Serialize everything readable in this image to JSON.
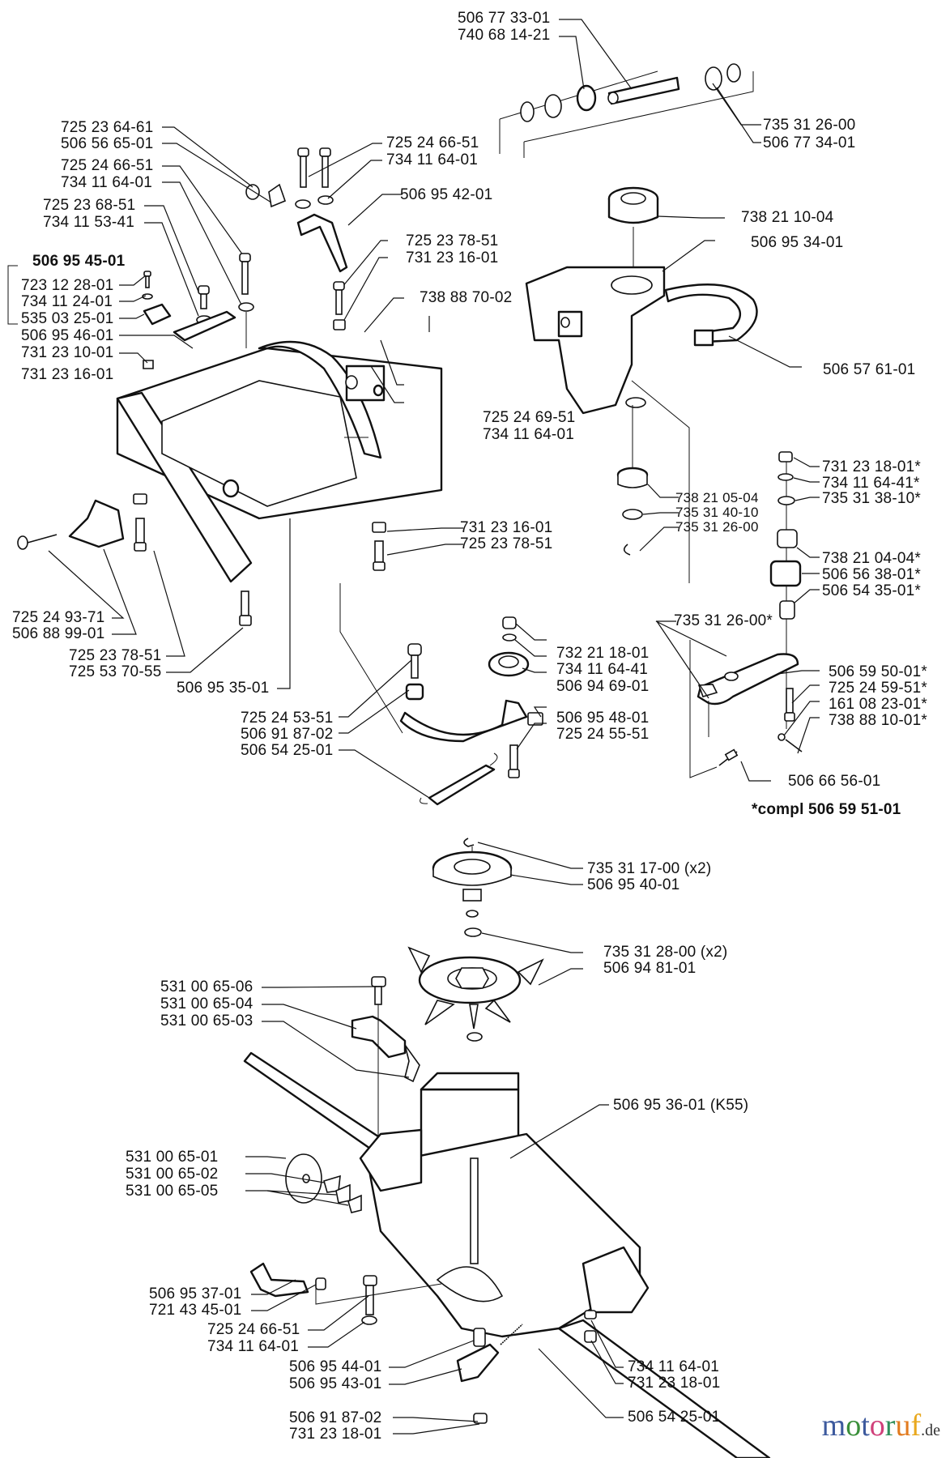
{
  "title": "Exploded parts diagram — frame, steering pivot, idler arm and transaxle",
  "logo": {
    "letters": [
      {
        "ch": "m",
        "color": "#3d5a9e"
      },
      {
        "ch": "o",
        "color": "#3a8f3a"
      },
      {
        "ch": "t",
        "color": "#3d5a9e"
      },
      {
        "ch": "o",
        "color": "#d0407a"
      },
      {
        "ch": "r",
        "color": "#2f8f5a"
      },
      {
        "ch": "u",
        "color": "#e27b1f"
      },
      {
        "ch": "f",
        "color": "#e9a81d"
      }
    ],
    "tld": ".de"
  },
  "group_header": "506 95 45-01",
  "kit_note": "*compl 506 59 51-01",
  "labels": {
    "top_shaft": [
      "506 77 33-01",
      "740 68 14-21"
    ],
    "top_shaft_right": [
      "735 31 26-00",
      "506 77 34-01"
    ],
    "bracket_left": [
      "725 23 64-61",
      "506 56 65-01",
      "725 24 66-51",
      "734 11 64-01",
      "725 23 68-51",
      "734 11 53-41"
    ],
    "bracket_right": [
      "725 24 66-51",
      "734 11 64-01",
      "506 95 42-01",
      "725 23 78-51",
      "731 23 16-01",
      "738 88 70-02"
    ],
    "group_items": [
      "723 12 28-01",
      "734 11 24-01",
      "535 03 25-01",
      "506 95 46-01",
      "731 23 10-01"
    ],
    "frame_left": [
      "731 23 16-01"
    ],
    "frame_bottom_left": [
      "725 24 93-71",
      "506 88 99-01",
      "725 23 78-51",
      "725 53 70-55",
      "506 95 35-01"
    ],
    "frame_right": [
      "725 24 69-51",
      "734 11 64-01",
      "731 23 16-01",
      "725 23 78-51"
    ],
    "pivot": [
      "738 21 10-04",
      "506 95 34-01",
      "506 57 61-01",
      "738 21 05-04",
      "735 31 40-10",
      "735 31 26-00"
    ],
    "steering_kit": [
      "731 23 18-01*",
      "734 11 64-41*",
      "735 31 38-10*",
      "738 21 04-04*",
      "506 56 38-01*",
      "506 54 35-01*"
    ],
    "steering_arm": [
      "735 31 26-00*",
      "506 59 50-01*",
      "725 24 59-51*",
      "161 08 23-01*",
      "738 88 10-01*",
      "506 66 56-01"
    ],
    "idler": [
      "732 21 18-01",
      "734 11 64-41",
      "506 94 69-01",
      "506 95 48-01",
      "725 24 55-51"
    ],
    "idler_left": [
      "725 24 53-51",
      "506 91 87-02",
      "506 54 25-01"
    ],
    "pulley_fan": [
      "735 31 17-00 (x2)",
      "506 95 40-01",
      "735 31 28-00 (x2)",
      "506 94 81-01"
    ],
    "shift_lever": [
      "531 00 65-06",
      "531 00 65-04",
      "531 00 65-03"
    ],
    "transaxle": [
      "506 95 36-01 (K55)"
    ],
    "brake_disc": [
      "531 00 65-01",
      "531 00 65-02",
      "531 00 65-05"
    ],
    "bottom_left": [
      "506 95 37-01",
      "721 43 45-01",
      "725 24 66-51",
      "734 11 64-01",
      "506 95 44-01",
      "506 95 43-01",
      "506 91 87-02",
      "731 23 18-01"
    ],
    "bottom_right": [
      "734 11 64-01",
      "731 23 18-01",
      "506 54 25-01"
    ]
  }
}
